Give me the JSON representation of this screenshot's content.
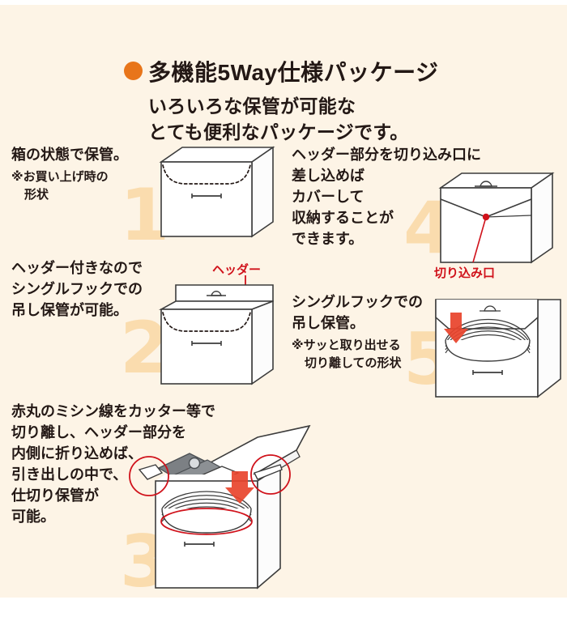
{
  "page": {
    "background_color": "#fdf4e6",
    "text_color": "#231815",
    "accent_orange": "#e8751a",
    "numeral_color": "#fadcae",
    "annotation_red": "#d0121b",
    "line_color": "#3c3c3c"
  },
  "header": {
    "bullet_icon": "filled-circle-bullet",
    "title": "多機能5Way仕様パッケージ",
    "subtitle_line1": "いろいろな保管が可能な",
    "subtitle_line2": "とても便利なパッケージです。"
  },
  "steps": [
    {
      "number": "1",
      "lines": [
        "箱の状態で保管。"
      ],
      "notes": [
        "※お買い上げ時の",
        "形状"
      ],
      "annotations": [],
      "illustration": "closed-box-with-perforation"
    },
    {
      "number": "2",
      "lines": [
        "ヘッダー付きなので",
        "シングルフックでの",
        "吊し保管が可能。"
      ],
      "notes": [],
      "annotations": [
        {
          "label": "ヘッダー",
          "target": "header-flap-hook"
        }
      ],
      "illustration": "box-with-header-flap"
    },
    {
      "number": "3",
      "lines": [
        "赤丸のミシン線をカッター等で",
        "切り離し、ヘッダー部分を",
        "内側に折り込めば、",
        "引き出しの中で、",
        "仕切り保管が",
        "可能。"
      ],
      "notes": [],
      "annotations": [],
      "illustration": "cutter-cutting-open-box"
    },
    {
      "number": "4",
      "lines": [
        "ヘッダー部分を切り込み口に",
        "差し込めば",
        "カバーして",
        "収納することが",
        "できます。"
      ],
      "notes": [],
      "annotations": [
        {
          "label": "切り込み口",
          "target": "slit-opening-point"
        }
      ],
      "illustration": "box-with-tucked-flap"
    },
    {
      "number": "5",
      "lines": [
        "シングルフックでの",
        "吊し保管。"
      ],
      "notes": [
        "※サッと取り出せる",
        "切り離しての形状"
      ],
      "annotations": [],
      "illustration": "open-box-with-up-arrow"
    }
  ]
}
